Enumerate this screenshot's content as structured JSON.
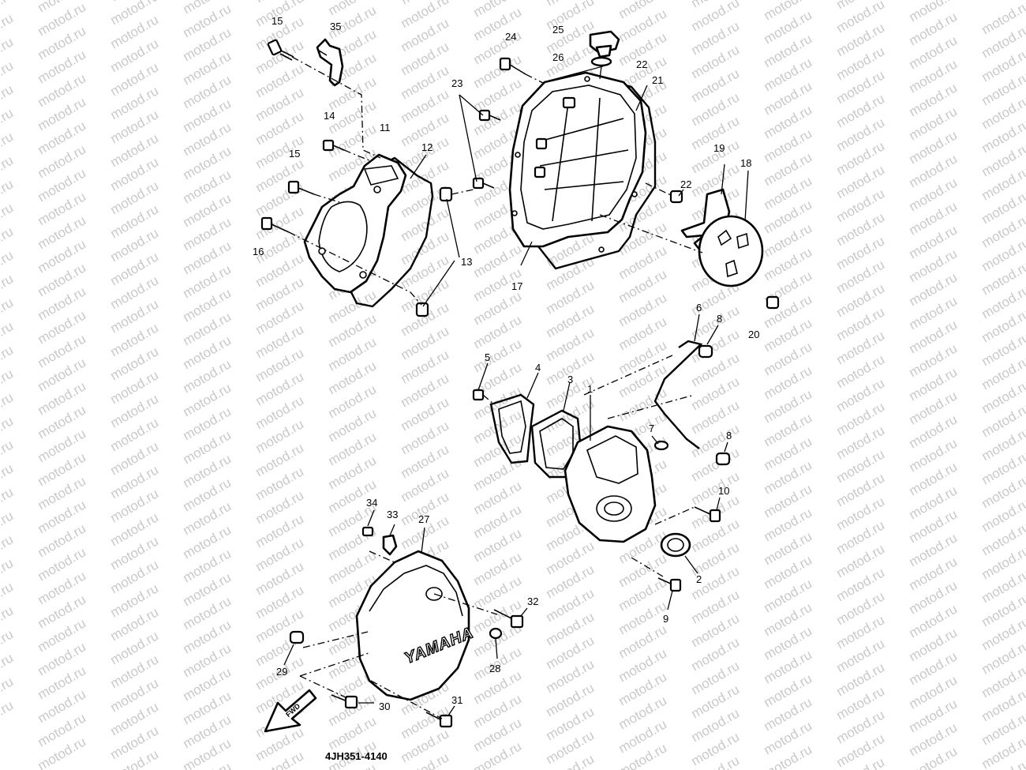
{
  "watermark": {
    "text": "motod.ru"
  },
  "diagram_code": "4JH351-4140",
  "fwd_arrow_label": "FWD",
  "cover_brand": "YAMAHA",
  "callouts": [
    "1",
    "2",
    "3",
    "4",
    "5",
    "6",
    "7",
    "8",
    "8",
    "9",
    "10",
    "11",
    "12",
    "13",
    "14",
    "15",
    "15",
    "16",
    "17",
    "18",
    "19",
    "20",
    "21",
    "22",
    "22",
    "23",
    "24",
    "25",
    "26",
    "27",
    "28",
    "29",
    "30",
    "31",
    "32",
    "33",
    "34",
    "35"
  ]
}
